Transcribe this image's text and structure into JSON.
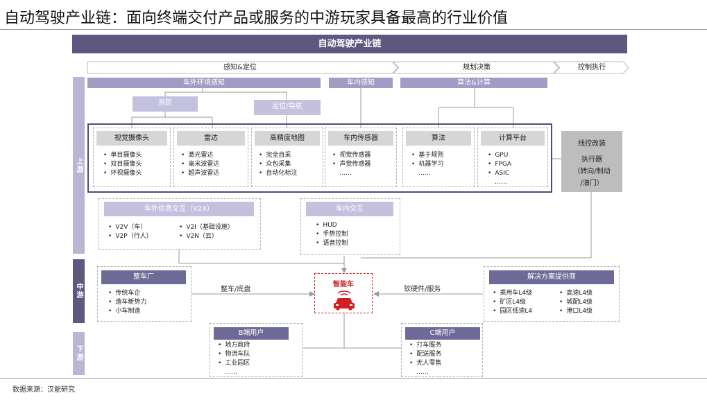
{
  "page_title": "自动驾驶产业链：面向终端交付产品或服务的中游玩家具备最高的行业价值",
  "banner": "自动驾驶产业链",
  "stages": [
    "感知&定位",
    "规划决策",
    "控制执行"
  ],
  "side_labels": {
    "upstream": "上游",
    "midstream": "中游",
    "downstream": "下游"
  },
  "upstream": {
    "external_header": "车外环境感知",
    "ranging": "测距",
    "positioning": "定位/导航",
    "incar_header": "车内感知",
    "algo_header": "算法&计算",
    "cells": [
      {
        "title": "视觉摄像头",
        "items": [
          "单目摄像头",
          "双目摄像头",
          "环视摄像头"
        ]
      },
      {
        "title": "雷达",
        "items": [
          "激光雷达",
          "毫米波雷达",
          "超声波雷达"
        ]
      },
      {
        "title": "高精度地图",
        "items": [
          "完全自采",
          "众包采集",
          "自动化标注"
        ]
      },
      {
        "title": "车内传感器",
        "items": [
          "视觉传感器",
          "声觉传感器"
        ],
        "more": "……"
      },
      {
        "title": "算法",
        "items": [
          "基于规则",
          "机器学习"
        ],
        "more": "……"
      },
      {
        "title": "计算平台",
        "items": [
          "GPU",
          "FPGA",
          "ASIC"
        ],
        "more": "……"
      }
    ],
    "wire_control": {
      "line1": "线控改装",
      "line2": "执行器",
      "line3": "（转向/制动",
      "line4": "/油门）"
    },
    "v2x": {
      "title": "车外信息交互（V2X）",
      "left": [
        "V2V（车）",
        "V2P（行人）"
      ],
      "right": [
        "V2I（基础设施）",
        "V2N（云）"
      ]
    },
    "incar_interaction": {
      "title": "车内交互",
      "items": [
        "HUD",
        "手势控制",
        "语音控制"
      ]
    }
  },
  "midstream": {
    "oem": {
      "title": "整车厂",
      "items": [
        "传统车企",
        "造车新势力",
        "小车制造"
      ]
    },
    "car": {
      "label": "智能车"
    },
    "left_flow": "整车/底盘",
    "right_flow": "软硬件/服务",
    "solutions": {
      "title": "解决方案提供商",
      "left": [
        "乘用车L4级",
        "矿区L4级",
        "园区低速L4"
      ],
      "right": [
        "高速L4级",
        "城配L4级",
        "港口L4级"
      ]
    }
  },
  "downstream": {
    "b_users": {
      "title": "B端用户",
      "items": [
        "地方政府",
        "物流车队",
        "工业园区"
      ],
      "more": "……"
    },
    "c_users": {
      "title": "C端用户",
      "items": [
        "打车服务",
        "配送服务",
        "无人零售"
      ],
      "more": "……"
    }
  },
  "source": "数据来源：汉能研究",
  "colors": {
    "dark_purple": "#5c5880",
    "mid_purple": "#a09cc4",
    "light_purple": "#c4c1de",
    "accent_red": "#d02020",
    "gray": "#bdbdbd"
  }
}
